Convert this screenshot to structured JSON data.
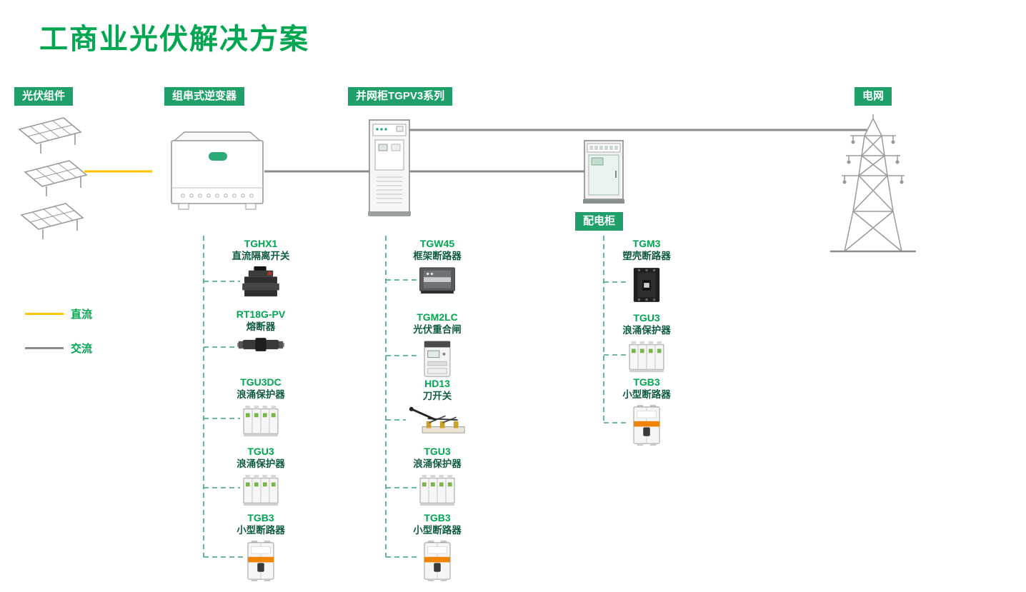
{
  "page": {
    "title": "工商业光伏解决方案"
  },
  "colors": {
    "accent_green": "#00A650",
    "badge_green": "#1FA06A",
    "dc_yellow": "#FFC400",
    "ac_gray": "#8C8C8C",
    "dashed_connector_green": "#3BA386",
    "type_text_green": "#0F5B40"
  },
  "badges": {
    "pv_modules": "光伏组件",
    "inverter": "组串式逆变器",
    "grid_cabinet": "并网柜TGPV3系列",
    "grid": "电网",
    "dist_cabinet": "配电柜"
  },
  "legend": {
    "dc_label": "直流",
    "ac_label": "交流"
  },
  "columns": [
    {
      "id": "inverter-column",
      "items": [
        {
          "model": "TGHX1",
          "type": "直流隔离开关"
        },
        {
          "model": "RT18G-PV",
          "type": "熔断器"
        },
        {
          "model": "TGU3DC",
          "type": "浪涌保护器"
        },
        {
          "model": "TGU3",
          "type": "浪涌保护器"
        },
        {
          "model": "TGB3",
          "type": "小型断路器"
        }
      ]
    },
    {
      "id": "grid-cabinet-column",
      "items": [
        {
          "model": "TGW45",
          "type": "框架断路器"
        },
        {
          "model": "TGM2LC",
          "type": "光伏重合闸"
        },
        {
          "model": "HD13",
          "type": "刀开关"
        },
        {
          "model": "TGU3",
          "type": "浪涌保护器"
        },
        {
          "model": "TGB3",
          "type": "小型断路器"
        }
      ]
    },
    {
      "id": "dist-cabinet-column",
      "items": [
        {
          "model": "TGM3",
          "type": "塑壳断路器"
        },
        {
          "model": "TGU3",
          "type": "浪涌保护器"
        },
        {
          "model": "TGB3",
          "type": "小型断路器"
        }
      ]
    }
  ]
}
